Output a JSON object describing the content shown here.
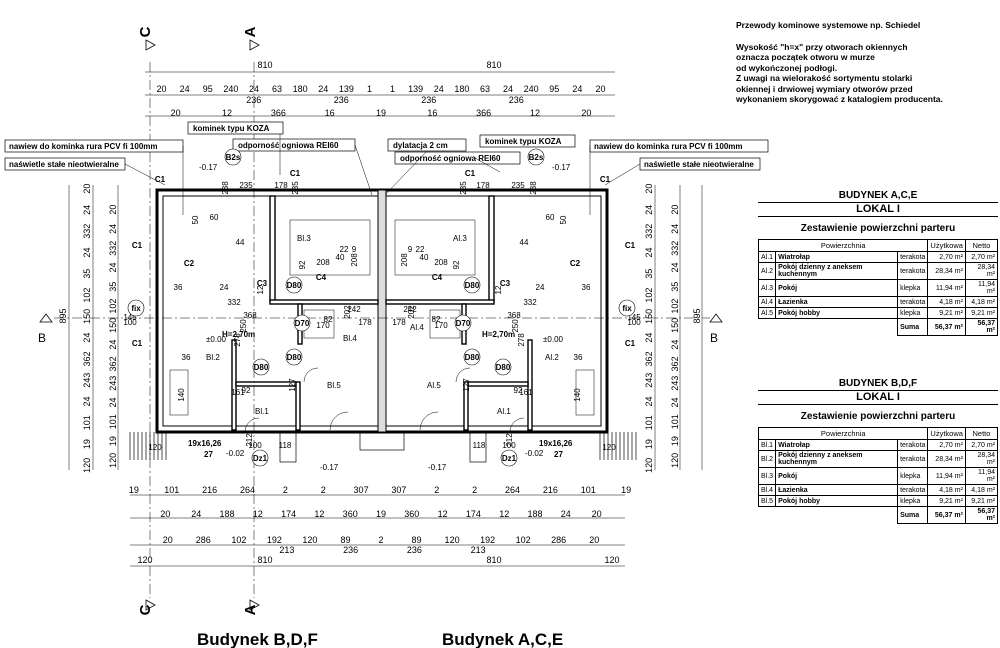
{
  "notes": {
    "chimney": "Przewody kominowe systemowe np. Schiedel",
    "height": "Wysokość \"h=x\" przy otworach okiennych\noznacza początek otworu w murze\nod wykończonej podłogi.\nZ uwagi na wielorakość sortymentu stolarki\nokiennej i drwiowej wymiary otworów przed\nwykonaniem skorygować z katalogiem producenta."
  },
  "tables": [
    {
      "building": "BUDYNEK A,C,E",
      "unit": "LOKAL I",
      "subtitle": "Zestawienie powierzchni parteru",
      "headers": [
        "Powierzchnia",
        "Użytkowa",
        "Netto"
      ],
      "rows": [
        {
          "id": "Al.1",
          "name": "Wiatrołap",
          "floor": "terakota",
          "usable": "2,70 m²",
          "net": "2,70 m²"
        },
        {
          "id": "Al.2",
          "name": "Pokój dzienny z aneksem kuchennym",
          "floor": "terakota",
          "usable": "28,34 m²",
          "net": "28,34 m²"
        },
        {
          "id": "Al.3",
          "name": "Pokój",
          "floor": "klepka",
          "usable": "11,94 m²",
          "net": "11,94 m²"
        },
        {
          "id": "Al.4",
          "name": "Łazienka",
          "floor": "terakota",
          "usable": "4,18 m²",
          "net": "4,18 m²"
        },
        {
          "id": "Al.5",
          "name": "Pokój hobby",
          "floor": "klepka",
          "usable": "9,21 m²",
          "net": "9,21 m²"
        }
      ],
      "sum_label": "Suma",
      "sum_usable": "56,37 m²",
      "sum_net": "56,37 m²"
    },
    {
      "building": "BUDYNEK B,D,F",
      "unit": "LOKAL I",
      "subtitle": "Zestawienie powierzchni parteru",
      "headers": [
        "Powierzchnia",
        "Użytkowa",
        "Netto"
      ],
      "rows": [
        {
          "id": "Bl.1",
          "name": "Wiatrołap",
          "floor": "terakota",
          "usable": "2,70 m²",
          "net": "2,70 m²"
        },
        {
          "id": "Bl.2",
          "name": "Pokój dzienny z aneksem kuchennym",
          "floor": "terakota",
          "usable": "28,34 m²",
          "net": "28,34 m²"
        },
        {
          "id": "Bl.3",
          "name": "Pokój",
          "floor": "klepka",
          "usable": "11,94 m²",
          "net": "11,94 m²"
        },
        {
          "id": "Bl.4",
          "name": "Łazienka",
          "floor": "terakota",
          "usable": "4,18 m²",
          "net": "4,18 m²"
        },
        {
          "id": "Bl.5",
          "name": "Pokój hobby",
          "floor": "klepka",
          "usable": "9,21 m²",
          "net": "9,21 m²"
        }
      ],
      "sum_label": "Suma",
      "sum_usable": "56,37 m²",
      "sum_net": "56,37 m²"
    }
  ],
  "captions": {
    "left": "Budynek B,D,F",
    "right": "Budynek A,C,E"
  },
  "plan": {
    "section_c": "C",
    "section_a": "A",
    "section_b": "B",
    "callouts": {
      "vent_left": "nawiew do kominka rura PCV fi 100mm",
      "vent_right": "nawiew do kominka rura PCV fi 100mm",
      "light_left": "naświetle stałe nieotwieralne",
      "light_right": "naświetle stałe nieotwieralne",
      "stove_left": "kominek typu KOZA",
      "stove_right": "kominek typu KOZA",
      "fire_left": "odporność ogniowa REI60",
      "fire_right": "odporność ogniowa REI60",
      "joint": "dylatacja 2 cm"
    },
    "rooms": {
      "bl1": "Bl.1",
      "bl2": "Bl.2",
      "bl3": "Bl.3",
      "bl4": "Bl.4",
      "bl5": "Bl.5",
      "al1": "Al.1",
      "al2": "Al.2",
      "al3": "Al.3",
      "al4": "Al.4",
      "al5": "Al.5"
    },
    "levels": {
      "l_m017_a": "-0.17",
      "l_m017_b": "-0.17",
      "l_m017_c": "-0.17",
      "l_m017_d": "-0.17",
      "l_zero_l": "±0.00",
      "l_zero_r": "±0.00",
      "l_m002_l": "-0.02",
      "l_m002_r": "-0.02"
    },
    "heights": {
      "h_left": "H=2,70m",
      "h_right": "H=2,70m"
    },
    "stairs": {
      "s_left": "19x16,26",
      "s_right": "19x16,26",
      "s_left_n": "27",
      "s_right_n": "27"
    },
    "tags": {
      "c1": "C1",
      "c2": "C2",
      "c3": "C3",
      "c4": "C4",
      "d80": "D80",
      "d70": "D70",
      "dz1": "Dz1",
      "b2s": "B2s",
      "fix": "fix"
    },
    "dims": {
      "top_810": "810",
      "top_row2": [
        "20",
        "24",
        "95",
        "240",
        "24",
        "63",
        "180",
        "24",
        "139",
        "1",
        "1",
        "139",
        "24",
        "180",
        "63",
        "24",
        "240",
        "95",
        "24",
        "20"
      ],
      "top_row2b": [
        "236",
        "236",
        "236",
        "236"
      ],
      "top_row3": [
        "20",
        "12",
        "366",
        "16",
        "19",
        "16",
        "366",
        "12",
        "20"
      ],
      "bottom_row1": [
        "19",
        "101",
        "216",
        "264",
        "2",
        "2",
        "307",
        "307",
        "2",
        "2",
        "264",
        "216",
        "101",
        "19"
      ],
      "bottom_row2": [
        "20",
        "24",
        "188",
        "12",
        "174",
        "12",
        "360",
        "19",
        "360",
        "12",
        "174",
        "12",
        "188",
        "24",
        "20"
      ],
      "bottom_row3": [
        "20",
        "286",
        "102",
        "192",
        "120",
        "89",
        "2",
        "89",
        "120",
        "192",
        "102",
        "286",
        "20"
      ],
      "bottom_row3b": [
        "213",
        "236",
        "236",
        "213"
      ],
      "bottom_810": "810",
      "bottom_120": "120",
      "side_895": "895",
      "side_left": [
        "20",
        "24",
        "332",
        "24",
        "35",
        "102",
        "150",
        "24",
        "362",
        "243",
        "24",
        "101",
        "19",
        "120"
      ],
      "side_right": [
        "20",
        "24",
        "332",
        "24",
        "35",
        "102",
        "150",
        "24",
        "362",
        "243",
        "24",
        "101",
        "19",
        "120"
      ],
      "interior": [
        "238",
        "235",
        "178",
        "235",
        "44",
        "332",
        "92",
        "208",
        "368",
        "250",
        "145",
        "100",
        "278",
        "82",
        "170",
        "202",
        "242",
        "178",
        "127",
        "92",
        "36",
        "140",
        "161",
        "118",
        "212",
        "100",
        "120",
        "50",
        "60",
        "24",
        "12",
        "36",
        "40",
        "208",
        "9",
        "22"
      ]
    }
  }
}
